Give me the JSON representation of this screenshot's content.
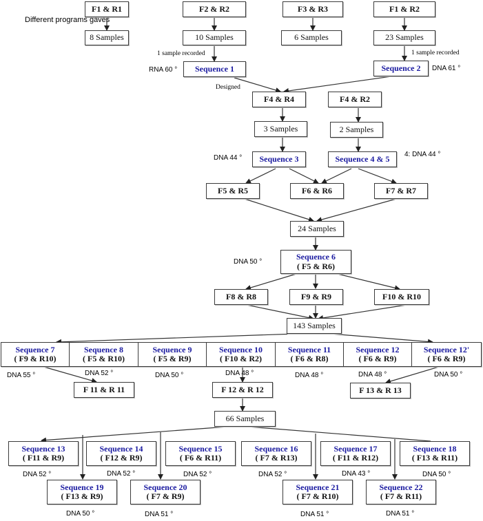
{
  "title": "PCR primer design workflow",
  "nodes": {
    "f1r1": {
      "label": "F1 & R1"
    },
    "f2r2": {
      "label": "F2 & R2"
    },
    "f3r3": {
      "label": "F3 & R3"
    },
    "f1r2": {
      "label": "F1 & R2"
    },
    "s8": {
      "label": "8 Samples"
    },
    "s10": {
      "label": "10 Samples"
    },
    "s6": {
      "label": "6 Samples"
    },
    "s23": {
      "label": "23 Samples"
    },
    "seq1": {
      "label": "Sequence 1"
    },
    "seq2": {
      "label": "Sequence 2"
    },
    "f4r4": {
      "label": "F4 & R4"
    },
    "f4r2": {
      "label": "F4 & R2"
    },
    "s3": {
      "label": "3 Samples"
    },
    "s2": {
      "label": "2 Samples"
    },
    "seq3": {
      "label": "Sequence 3"
    },
    "seq45": {
      "label": "Sequence 4 & 5"
    },
    "f5r5": {
      "label": "F5 & R5"
    },
    "f6r6": {
      "label": "F6 & R6"
    },
    "f7r7": {
      "label": "F7 & R7"
    },
    "s24": {
      "label": "24 Samples"
    },
    "seq6": {
      "label": "Sequence 6",
      "sub": "( F5 & R6)"
    },
    "f8r8": {
      "label": "F8 & R8"
    },
    "f9r9": {
      "label": "F9 & R9"
    },
    "f10r10": {
      "label": "F10 & R10"
    },
    "s143": {
      "label": "143 Samples"
    },
    "seq7": {
      "label": "Sequence 7",
      "sub": "( F9 & R10)"
    },
    "seq8": {
      "label": "Sequence  8",
      "sub": "( F5 & R10)"
    },
    "seq9": {
      "label": "Sequence 9",
      "sub": "( F5 & R9)"
    },
    "seq10": {
      "label": "Sequence 10",
      "sub": "( F10 & R2)"
    },
    "seq11": {
      "label": "Sequence 11",
      "sub": "( F6 & R8)"
    },
    "seq12": {
      "label": "Sequence 12",
      "sub": "( F6 & R9)"
    },
    "seq12b": {
      "label": "Sequence 12'",
      "sub": "( F6 & R9)"
    },
    "f11r11": {
      "label": "F 11 & R 11"
    },
    "f12r12": {
      "label": "F 12 & R 12"
    },
    "f13r13": {
      "label": "F 13 & R 13"
    },
    "s66": {
      "label": "66 Samples"
    },
    "seq13": {
      "label": "Sequence 13",
      "sub": "( F11 & R9)"
    },
    "seq14": {
      "label": "Sequence 14",
      "sub": "( F12 & R9)"
    },
    "seq15": {
      "label": "Sequence 15",
      "sub": "( F6 & R11)"
    },
    "seq16": {
      "label": "Sequence 16",
      "sub": "( F7 & R13)"
    },
    "seq17": {
      "label": "Sequence 17",
      "sub": "( F11 & R12)"
    },
    "seq18": {
      "label": "Sequence 18",
      "sub": "( F13 & R11)"
    },
    "seq19": {
      "label": "Sequence 19",
      "sub": "( F13 & R9)"
    },
    "seq20": {
      "label": "Sequence 20",
      "sub": "( F7 & R9)"
    },
    "seq21": {
      "label": "Sequence 21",
      "sub": "( F7 & R10)"
    },
    "seq22": {
      "label": "Sequence 22",
      "sub": "( F7 & R11)"
    }
  },
  "notes": {
    "different_programs": "Different programs gaves",
    "one_sample_1": "1 sample recorded",
    "one_sample_2": "1 sample recorded",
    "designed": "Designed",
    "rna60": "RNA 60 °",
    "dna61": "DNA 61 °",
    "dna44_seq3": "DNA 44 °",
    "dna44_seq45": "4: DNA 44 °",
    "dna50_seq6": "DNA 50 °",
    "dna55_seq7": "DNA 55 °",
    "dna52_seq8": "DNA 52 °",
    "dna50_seq9": "DNA 50 °",
    "dna48_seq10": "DNA 48 °",
    "dna48_seq11": "DNA 48 °",
    "dna48_seq12": "DNA 48 °",
    "dna50_seq12b": "DNA 50 °",
    "dna52_seq13": "DNA 52 °",
    "dna52_seq14": "DNA 52 °",
    "dna52_seq15": "DNA 52 °",
    "dna52_seq16": "DNA 52 °",
    "dna43_seq17": "DNA 43 °",
    "dna50_seq18": "DNA 50 °",
    "dna50_seq19": "DNA 50 °",
    "dna51_seq20": "DNA 51 °",
    "dna51_seq21": "DNA 51 °",
    "dna51_seq22": "DNA 51 °"
  },
  "colors": {
    "sequence_text": "#1a1aa0",
    "box_border": "#3a3a3a",
    "text": "#111111"
  }
}
